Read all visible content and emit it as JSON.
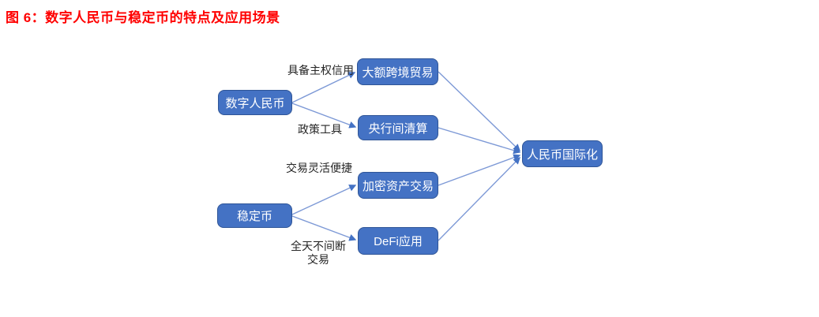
{
  "title": {
    "text": "图 6：数字人民币与稳定币的特点及应用场景"
  },
  "diagram": {
    "nodes": {
      "digital_rmb": {
        "label": "数字人民币"
      },
      "stablecoin": {
        "label": "稳定币"
      },
      "cross_border_trade": {
        "label": "大额跨境贸易"
      },
      "central_bank_clearing": {
        "label": "央行间清算"
      },
      "crypto_asset_trading": {
        "label": "加密资产交易"
      },
      "defi_application": {
        "label": "DeFi应用"
      },
      "rmb_internationalization": {
        "label": "人民币国际化"
      }
    },
    "edge_labels": {
      "sovereign_credit": {
        "text": "具备主权信用"
      },
      "policy_tool": {
        "text": "政策工具"
      },
      "flexible_trading": {
        "text": "交易灵活便捷"
      },
      "round_the_clock": {
        "text": "全天不间断\n交易"
      }
    },
    "colors": {
      "node_fill": "#4472C4",
      "node_border": "#2F5597",
      "connector_line": "#7D99D6",
      "arrowhead": "#4472C4",
      "node_text": "#FFFFFF",
      "edge_label_text": "#262626",
      "title_text": "#FF0000"
    }
  }
}
